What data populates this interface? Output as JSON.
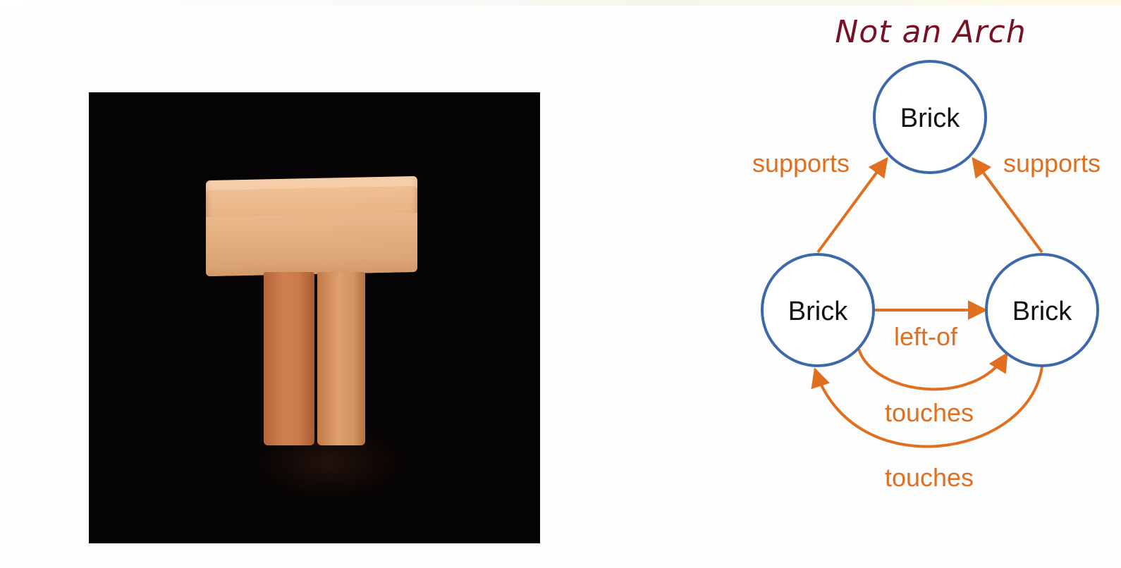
{
  "title": "Not an Arch",
  "colors": {
    "title": "#7a1024",
    "node_stroke": "#3e68ac",
    "edge": "#e07020",
    "node_text": "#111111"
  },
  "nodes": {
    "top": "Brick",
    "left": "Brick",
    "right": "Brick"
  },
  "edges": {
    "supports_left": "supports",
    "supports_right": "supports",
    "left_of": "left-of",
    "touches_inner": "touches",
    "touches_outer": "touches"
  }
}
